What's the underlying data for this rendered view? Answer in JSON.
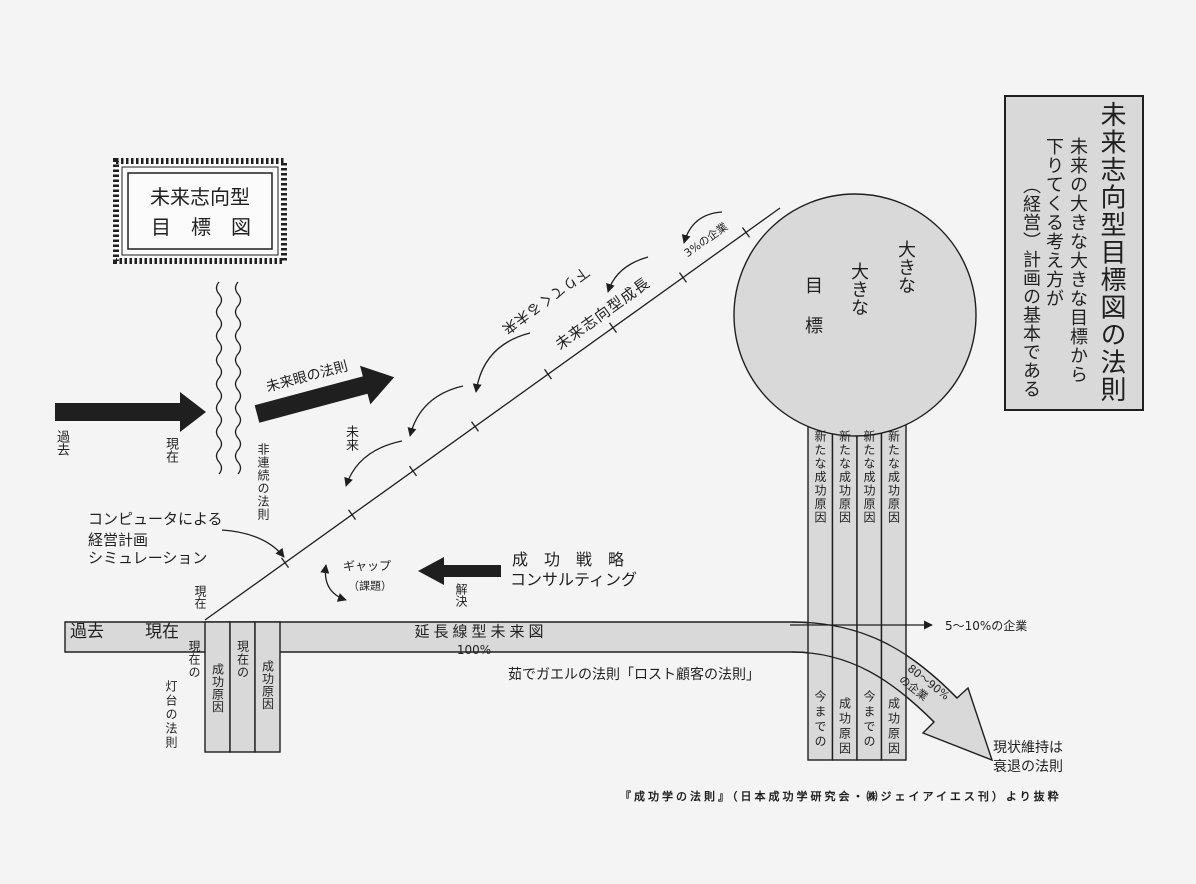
{
  "colors": {
    "background": "#f4f4f4",
    "shape_fill": "#d9d9d9",
    "ink": "#1f1f1f",
    "box_paper": "#fbfbfb"
  },
  "stamp": {
    "line1": "未来志向型",
    "line2": "目　標　図"
  },
  "title_box": {
    "title": "未来志向型目標図の法則",
    "lines": [
      "未来の大きな大きな目標から",
      "下りてくる考え方が",
      "（経営）計画の基本である"
    ]
  },
  "past_arrow": {
    "past": "過去",
    "present": "現在"
  },
  "discontinuity_law": "非連続の法則",
  "future_eye_law": "未来眼の法則",
  "future": "未来",
  "descending_future": "下りてくる未来",
  "future_oriented_growth": "未来志向型成長",
  "top_share": "3%の企業",
  "big_goal": [
    "大きな",
    "大きな",
    "目　標"
  ],
  "new_success_causes": [
    "新たな成功原因",
    "新たな成功原因",
    "新たな成功原因",
    "新たな成功原因"
  ],
  "past_success_causes": [
    "今までの",
    "成功原因",
    "今までの",
    "成功原因"
  ],
  "computer_simulation": [
    "コンピュータによる",
    "経営計画",
    "シミュレーション"
  ],
  "origin_present": "現在",
  "gap": {
    "label": "ギャップ",
    "note": "（課題）"
  },
  "solution": "解決",
  "strategy": {
    "line1": "成　功　戦　略",
    "line2": "コンサルティング"
  },
  "extension_bar": {
    "past": "過去",
    "present": "現在",
    "label": "延長線型未来図",
    "percent": "100%"
  },
  "lighthouse_law": [
    "現在の",
    "灯台の法則"
  ],
  "current_success_causes": [
    "成功原因",
    "現在の",
    "成功原因"
  ],
  "boiled_frog_law": "茹でガエルの法則「ロスト顧客の法則」",
  "mid_share": "5〜10%の企業",
  "majority_share": [
    "80〜90%",
    "の企業"
  ],
  "status_quo_law": [
    "現状維持は",
    "衰退の法則"
  ],
  "source": "『成功学の法則』（日本成功学研究会・㈱ジェイアイエス刊）より抜粋"
}
